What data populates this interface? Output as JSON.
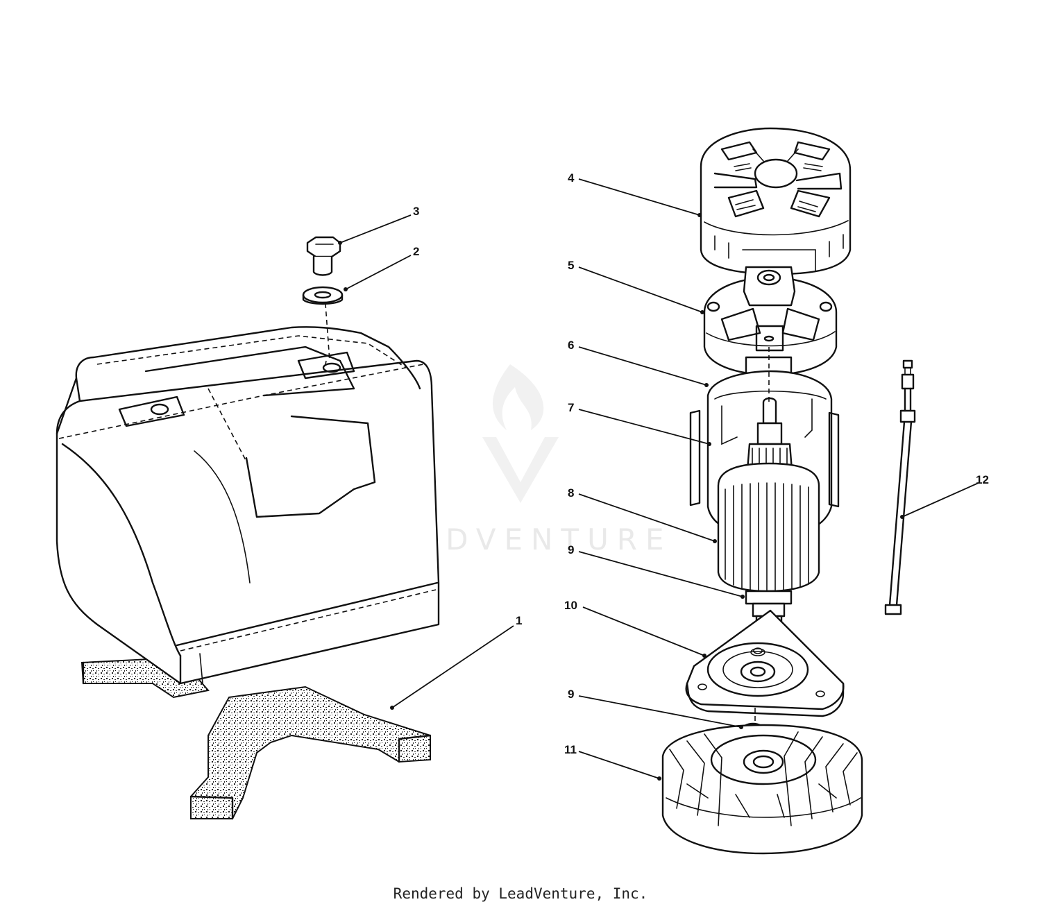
{
  "callouts": [
    {
      "id": "1",
      "text": "1"
    },
    {
      "id": "2",
      "text": "2"
    },
    {
      "id": "3",
      "text": "3"
    },
    {
      "id": "4",
      "text": "4"
    },
    {
      "id": "5",
      "text": "5"
    },
    {
      "id": "6",
      "text": "6"
    },
    {
      "id": "7",
      "text": "7"
    },
    {
      "id": "8",
      "text": "8"
    },
    {
      "id": "9a",
      "text": "9"
    },
    {
      "id": "10",
      "text": "10"
    },
    {
      "id": "9b",
      "text": "9"
    },
    {
      "id": "11",
      "text": "11"
    },
    {
      "id": "12",
      "text": "12"
    }
  ],
  "watermark": {
    "text": "LEADVENTURE"
  },
  "footer": {
    "text": "Rendered by LeadVenture, Inc."
  }
}
